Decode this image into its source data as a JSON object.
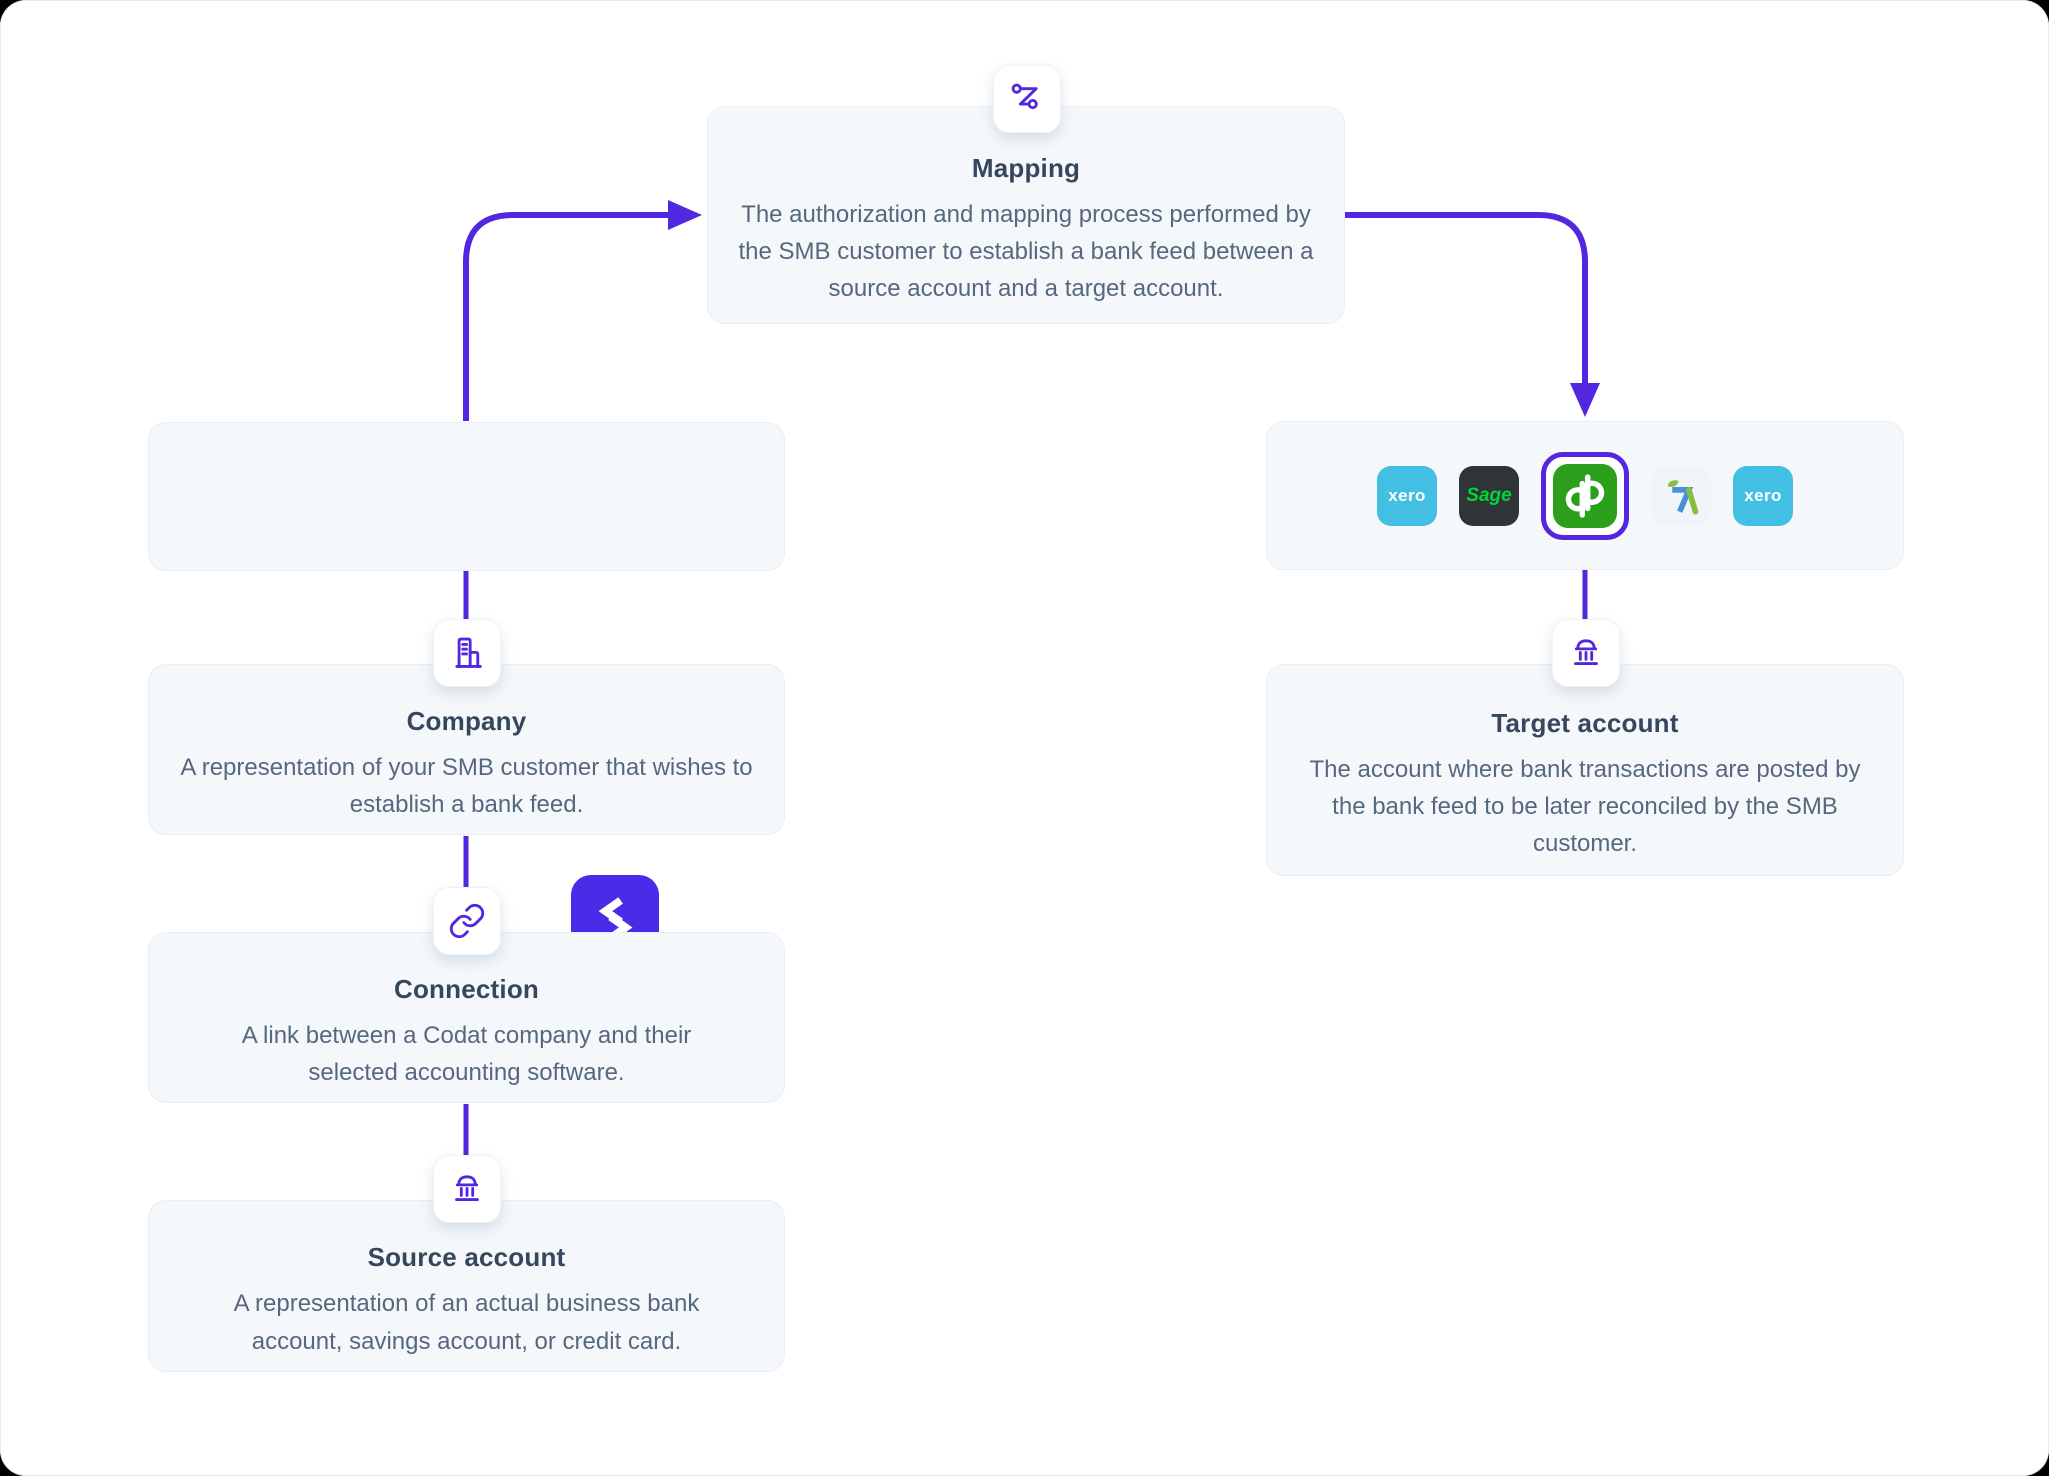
{
  "colors": {
    "accent_purple": "#5227E0",
    "codat_logo_purple": "#4C2BE8",
    "xero_blue": "#44BFE4",
    "sage_dark": "#2F3437",
    "sage_green": "#00D639",
    "quickbooks_green": "#2CA01C",
    "freeagent_blue": "#4A90D9",
    "freeagent_green": "#8ABD3F",
    "card_background": "#F4F8FB",
    "card_border": "#E8EEF5",
    "title_text": "#36465C",
    "body_text": "#57687E"
  },
  "nodes": {
    "mapping": {
      "icon": "route-icon",
      "title": "Mapping",
      "description": "The authorization and mapping process performed by the SMB customer to establish a bank feed between a source account and a target account."
    },
    "codat": {
      "logo": "Codat"
    },
    "company": {
      "icon": "building-icon",
      "title": "Company",
      "description": "A representation of your SMB customer that wishes to establish a bank feed."
    },
    "connection": {
      "icon": "link-icon",
      "title": "Connection",
      "description": "A link between a Codat company and their selected accounting software."
    },
    "source_account": {
      "icon": "bank-icon",
      "title": "Source account",
      "description": "A representation of an actual business bank account, savings account, or credit card."
    },
    "target_account": {
      "icon": "bank-icon",
      "title": "Target account",
      "description": "The account where bank transactions are posted by the bank feed to be later reconciled by the SMB customer."
    },
    "integrations": {
      "items": [
        {
          "name": "Xero",
          "label": "xero"
        },
        {
          "name": "Sage",
          "label": "Sage"
        },
        {
          "name": "QuickBooks",
          "label": "qb",
          "selected": true
        },
        {
          "name": "FreeAgent",
          "label": ""
        },
        {
          "name": "Xero",
          "label": "xero"
        }
      ]
    }
  }
}
